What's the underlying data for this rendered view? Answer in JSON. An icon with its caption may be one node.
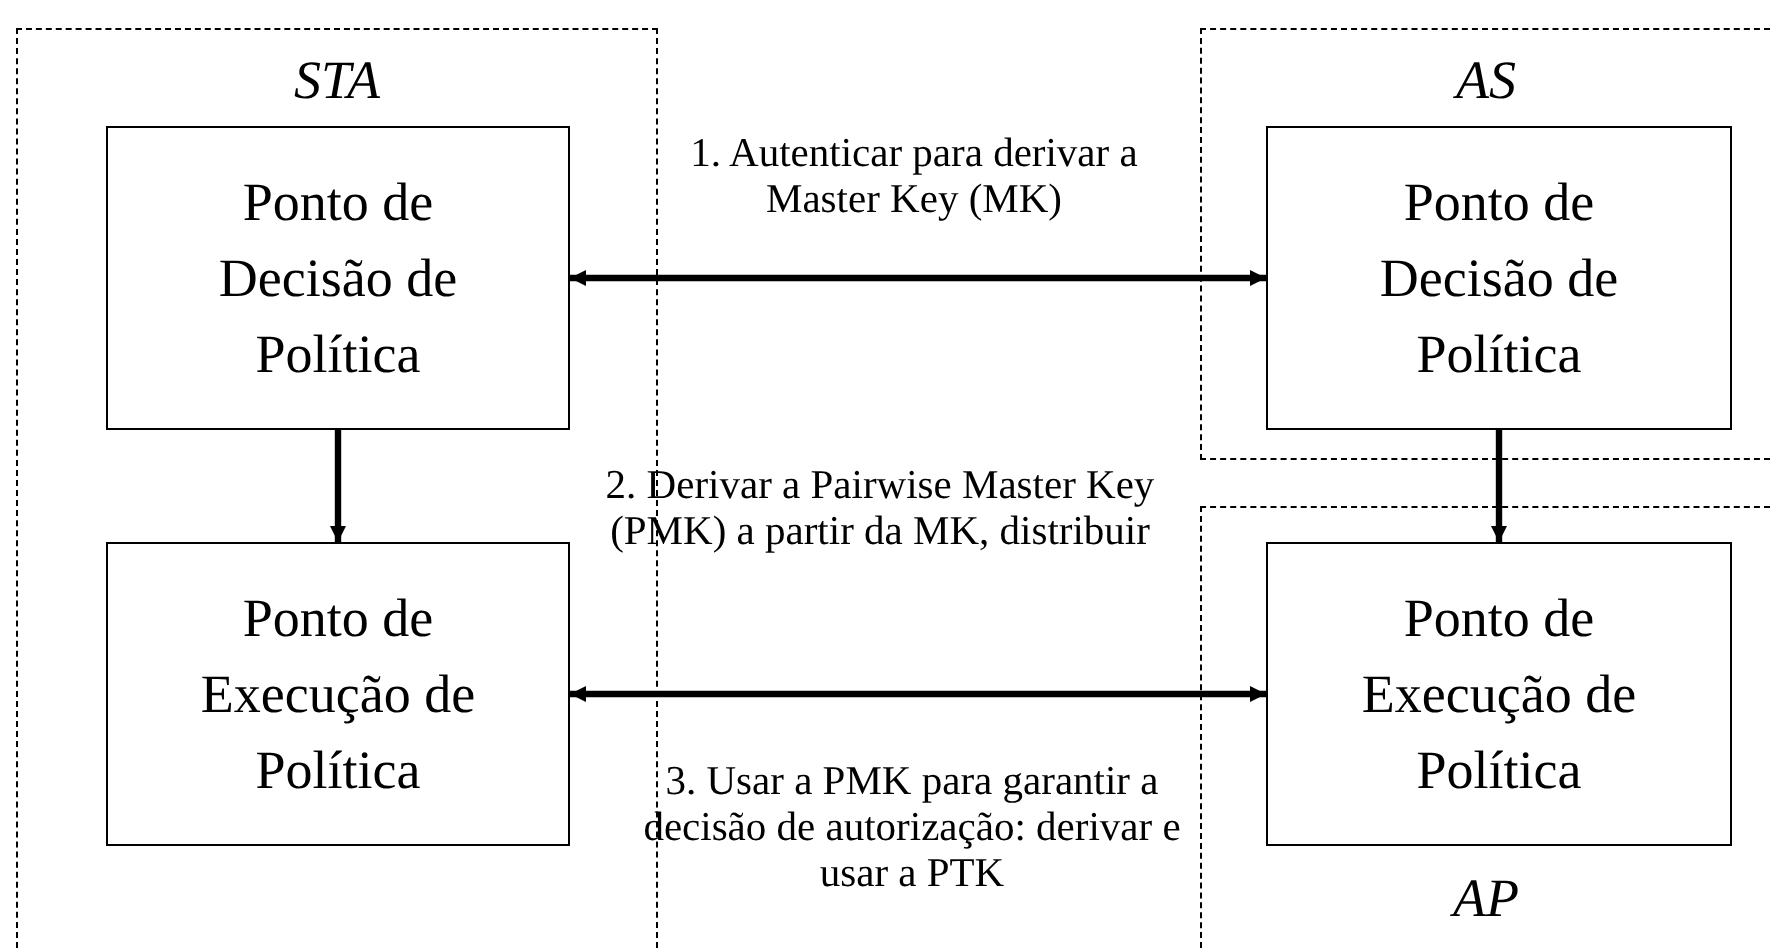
{
  "diagram": {
    "nodes": [
      {
        "text": [
          "STA"
        ]
      },
      {
        "text": [
          "Ponto de Decisão de Política"
        ],
        "in": 0
      },
      {
        "text": [
          "Ponto de Execução de Política"
        ],
        "in": 0
      },
      {
        "text": [
          "AS"
        ]
      },
      {
        "text": [
          "Ponto de Decisão de Política"
        ],
        "in": 3
      },
      {
        "text": [
          "AP"
        ]
      },
      {
        "text": [
          "Ponto de Execução de Política"
        ],
        "in": 5
      }
    ],
    "edges": [
      {
        "from": 1,
        "to": 4,
        "arrow": "both",
        "label": "1. Autenticar para derivar a Master Key (MK)"
      },
      {
        "from": 1,
        "to": 2,
        "arrow": "to"
      },
      {
        "from": 4,
        "to": 6,
        "arrow": "to"
      },
      {
        "from": 2,
        "to": 6,
        "arrow": "both",
        "label": "3. Usar a PMK para garantir a decisão de autorização: derivar e usar a PTK"
      }
    ],
    "labels": [
      "2. Derivar a Pairwise Master Key (PMK) a partir da MK, distribuir"
    ]
  }
}
